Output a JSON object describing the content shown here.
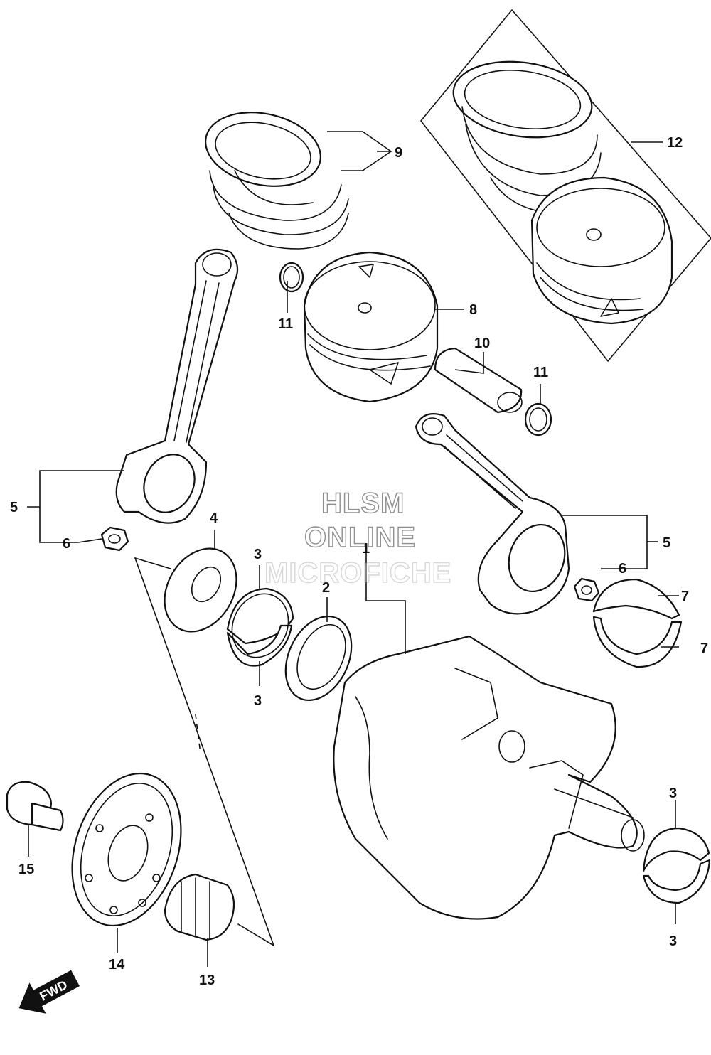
{
  "watermark": {
    "line1": "HLSM",
    "line2": "ONLINE",
    "line3": "MICROFICHE"
  },
  "fwd_badge": {
    "label": "FWD",
    "icon": "arrow-down-left-icon"
  },
  "callouts": {
    "p1": "1",
    "p2": "2",
    "p3_a": "3",
    "p3_b": "3",
    "p3_c": "3",
    "p3_d": "3",
    "p4": "4",
    "p5_left": "5",
    "p5_right": "5",
    "p6_left": "6",
    "p6_right": "6",
    "p7_a": "7",
    "p7_b": "7",
    "p8": "8",
    "p9": "9",
    "p10": "10",
    "p11_left": "11",
    "p11_right": "11",
    "p12": "12",
    "p13": "13",
    "p14": "14",
    "p15": "15"
  },
  "colors": {
    "line": "#111111",
    "watermark_outline": "#8f8f8f",
    "background": "#ffffff"
  }
}
